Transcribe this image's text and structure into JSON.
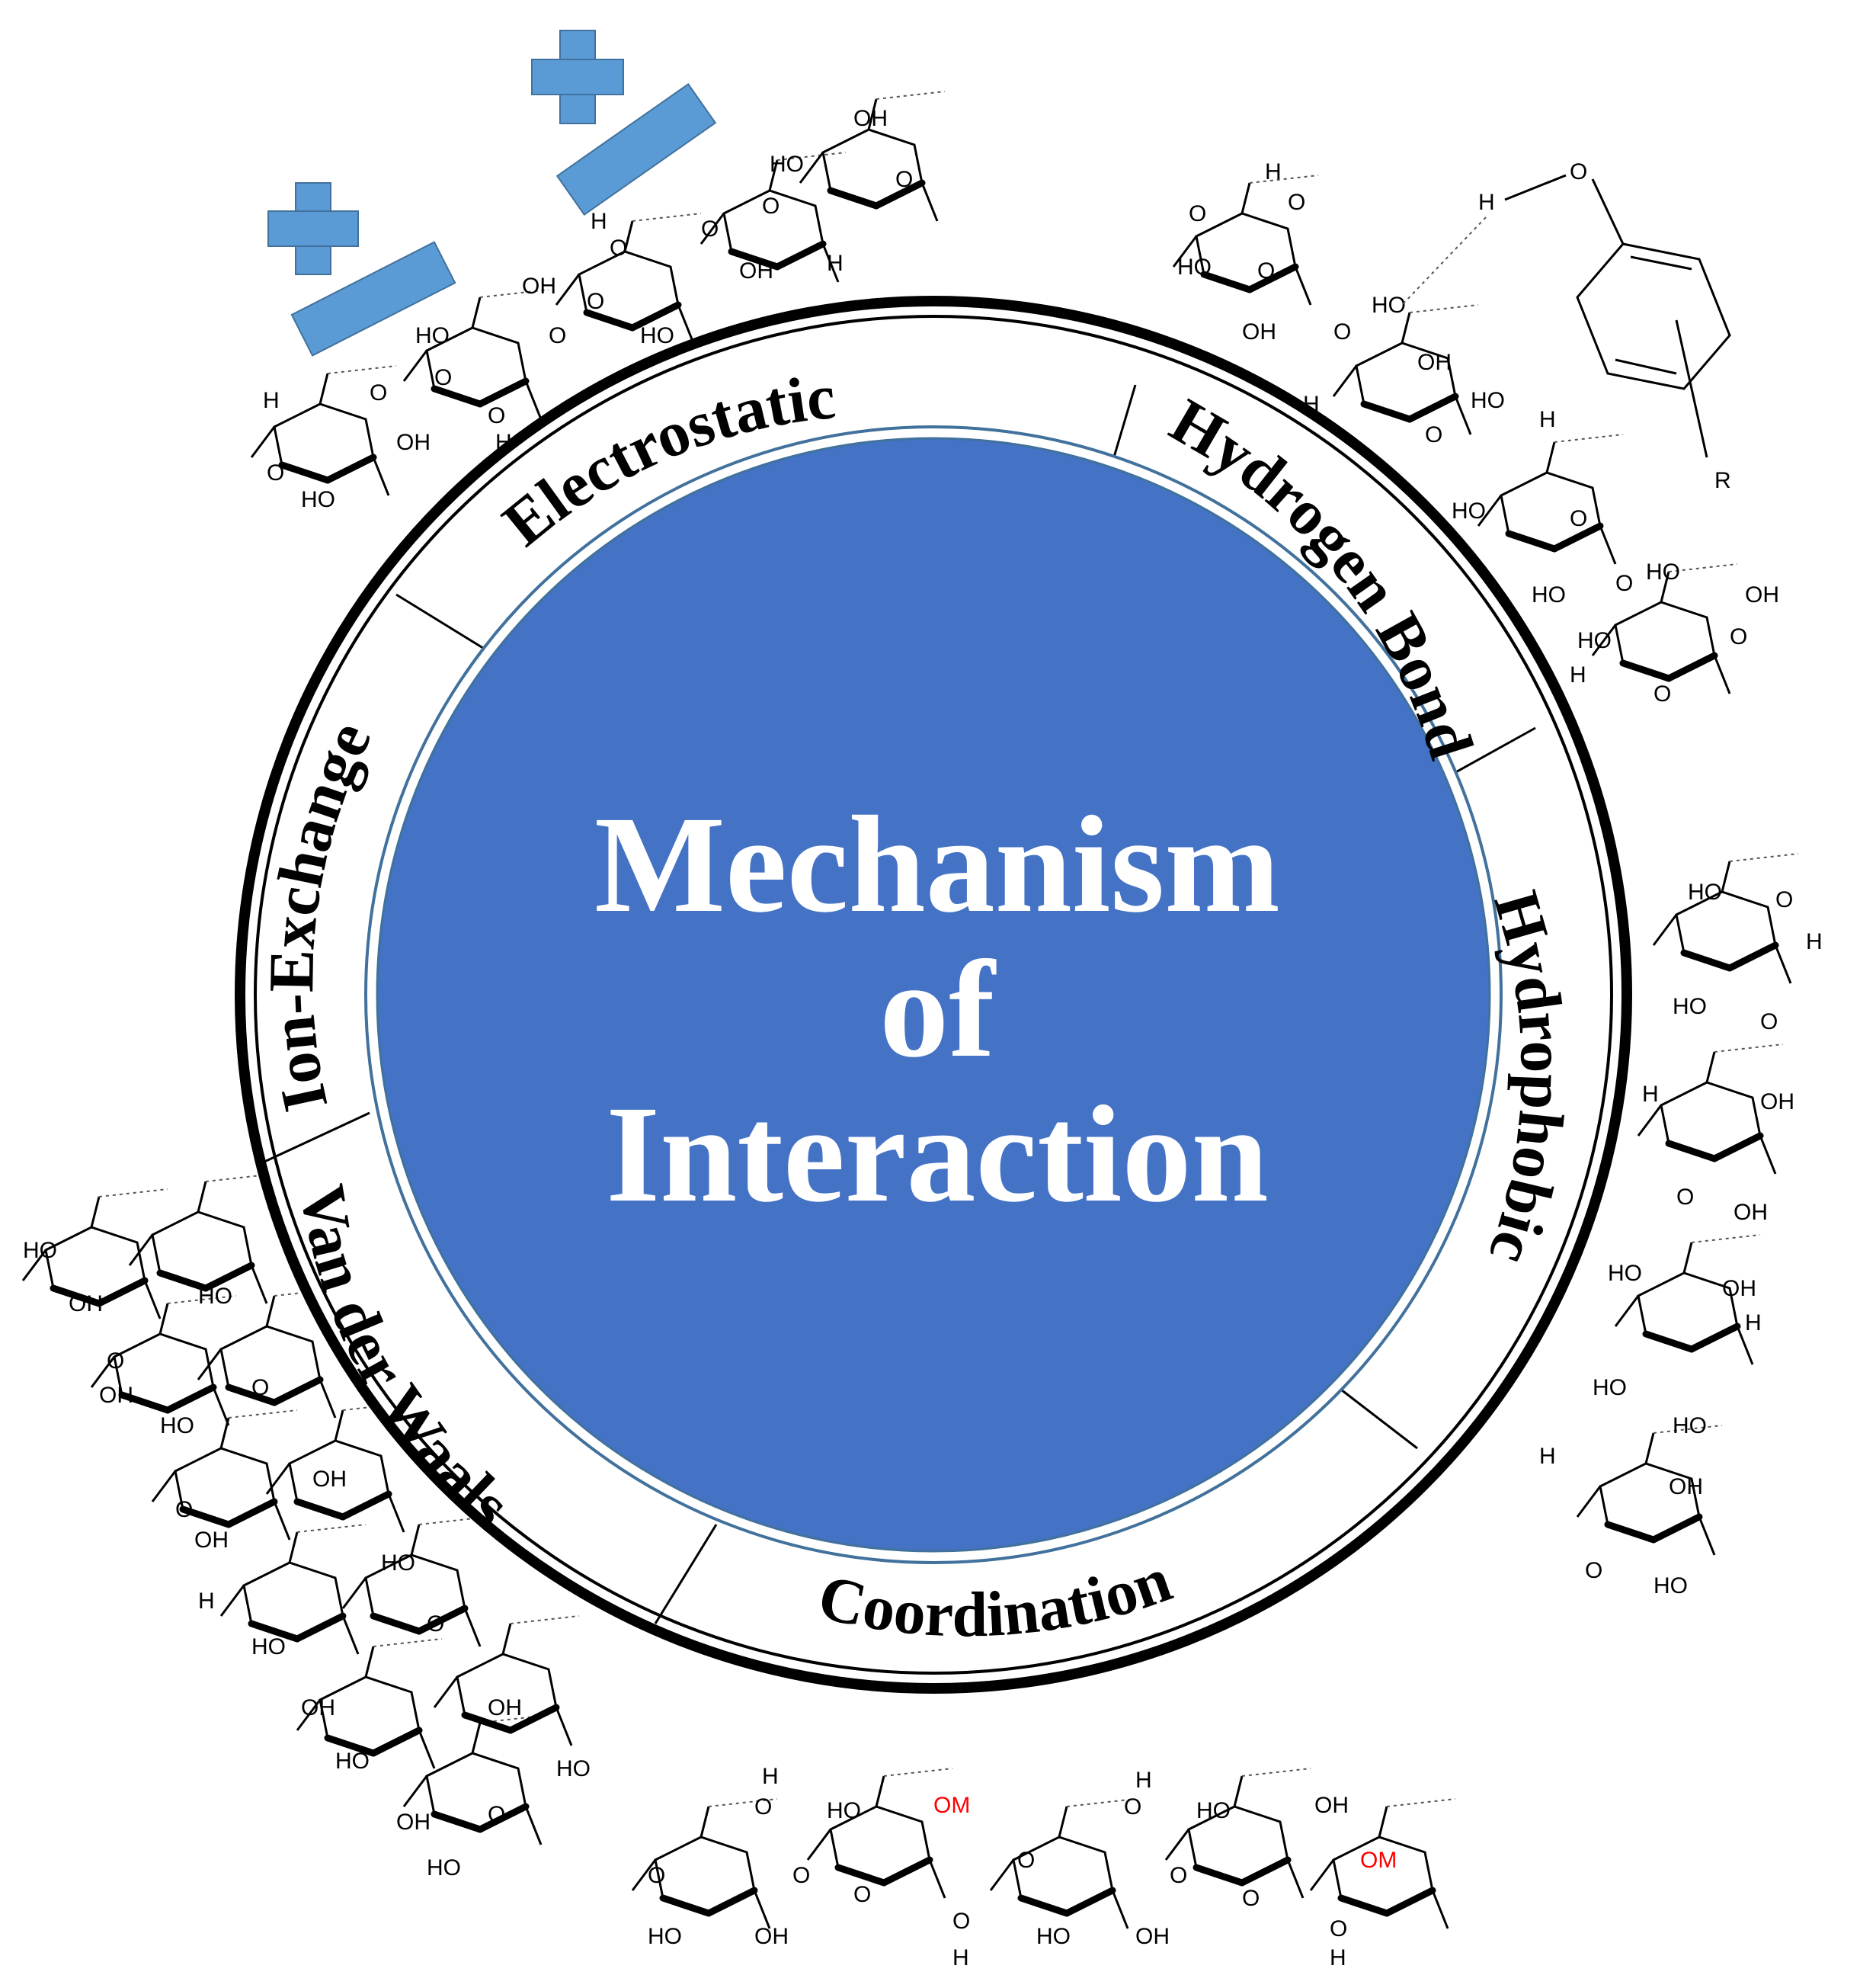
{
  "center": {
    "line1": "Mechanism",
    "line2": "of",
    "line3": "Interaction"
  },
  "mechanisms": {
    "electrostatic": "Electrostatic",
    "hydrogen_bonds": "Hydrogen Bonds",
    "hydrophobic": "Hydrophobic",
    "coordination": "Coordination",
    "van_der_waals": "Van der Waals",
    "ion_exchange": "Ion-Exchange"
  },
  "atoms": {
    "hydroxyl": "HO",
    "hydroxyl_r": "OH",
    "oxygen": "O",
    "hydrogen": "H",
    "metal_complex": "OM",
    "r_group": "R"
  },
  "colors": {
    "center_fill": "#4472c4",
    "charge_blue": "#5b9bd5",
    "metal_red": "#ff0000"
  },
  "icons": {
    "plus": "plus-icon",
    "minus": "minus-icon"
  }
}
